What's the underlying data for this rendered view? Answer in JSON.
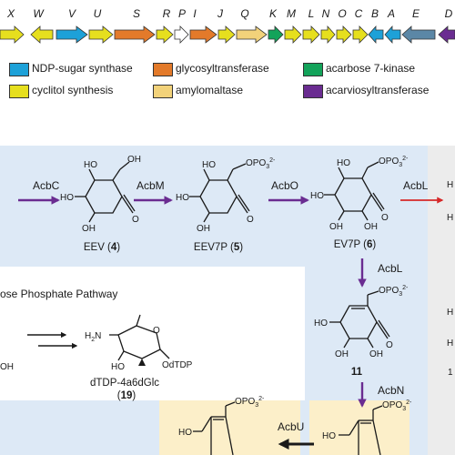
{
  "gene_cluster": {
    "labels": [
      "X",
      "W",
      "V",
      "U",
      "S",
      "R",
      "P",
      "I",
      "J",
      "Q",
      "K",
      "M",
      "L",
      "N",
      "O",
      "C",
      "B",
      "A",
      "E",
      "D"
    ]
  },
  "legend": [
    {
      "label": "NDP-sugar synthase",
      "color": "#1da1d8"
    },
    {
      "label": "cyclitol synthesis",
      "color": "#e6df1e"
    },
    {
      "label": "glycosyltransferase",
      "color": "#e37a2a"
    },
    {
      "label": "amylomaltase",
      "color": "#f2d27a"
    },
    {
      "label": "acarbose 7-kinase",
      "color": "#13a35a"
    },
    {
      "label": "acarviosyltransferase",
      "color": "#6a2c91"
    }
  ],
  "enzymes": {
    "acbc": "AcbC",
    "acbm": "AcbM",
    "acbo": "AcbO",
    "acbl_top": "AcbL",
    "acbl_down": "AcbL",
    "acbn": "AcbN",
    "acbu": "AcbU"
  },
  "compounds": {
    "eev_name": "EEV (",
    "eev_num": "4",
    "eev7p_name": "EEV7P (",
    "eev7p_num": "5",
    "ev7p_name": "EV7P (",
    "ev7p_num": "6",
    "c11_num": "11",
    "dtdp_name": "dTDP-4a6dGlc",
    "dtdp_num": "19"
  },
  "pathway": {
    "title_fragment": "ose Phosphate Pathway"
  },
  "atoms": {
    "HO": "HO",
    "OH": "OH",
    "O": "O",
    "H2N": "H",
    "H2N_sub": "2",
    "H2N_N": "N",
    "OdTDP": "OdTDP",
    "OPO3": "OPO",
    "OPO3_sub": "3",
    "OPO3_sup": "2-",
    "edge_H": "H",
    "edge_1": "1"
  },
  "colors": {
    "blue_panel": "#dde9f6",
    "cream_panel": "#fcefc9",
    "grey_panel": "#ececec",
    "enzyme_arrow": "#6a2c91",
    "red_arrow": "#d62828"
  }
}
